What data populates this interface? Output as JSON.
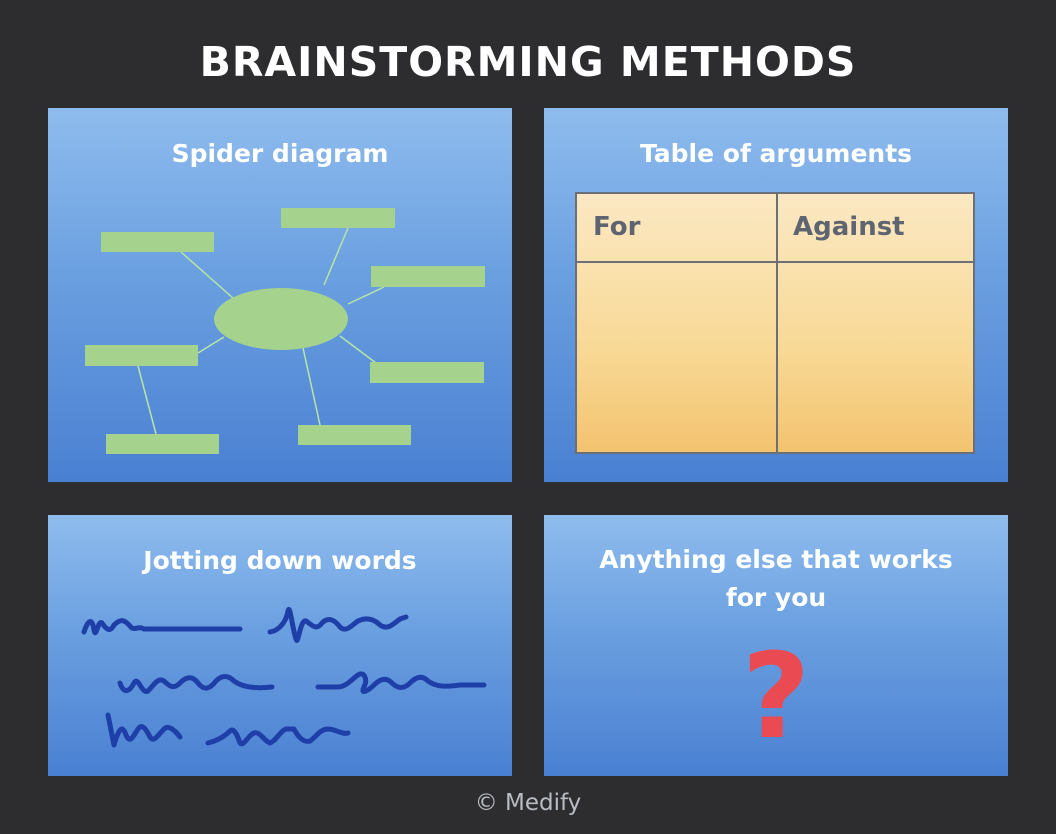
{
  "title": "BRAINSTORMING METHODS",
  "panels": {
    "spider": {
      "title": "Spider diagram"
    },
    "table": {
      "title": "Table of arguments",
      "col_for": "For",
      "col_against": "Against"
    },
    "jotting": {
      "title": "Jotting down words"
    },
    "anything": {
      "title_line1": "Anything else that works",
      "title_line2": "for you",
      "symbol": "?"
    }
  },
  "footer": "© Medify",
  "colors": {
    "background": "#2d2d2f",
    "panel_top": "#8fbcee",
    "panel_bottom": "#4a80d2",
    "spider_boxes": "#a5d38e",
    "scribble": "#1f3fa8",
    "question_mark": "#ea4b52",
    "table_fill": "#f8d996"
  }
}
